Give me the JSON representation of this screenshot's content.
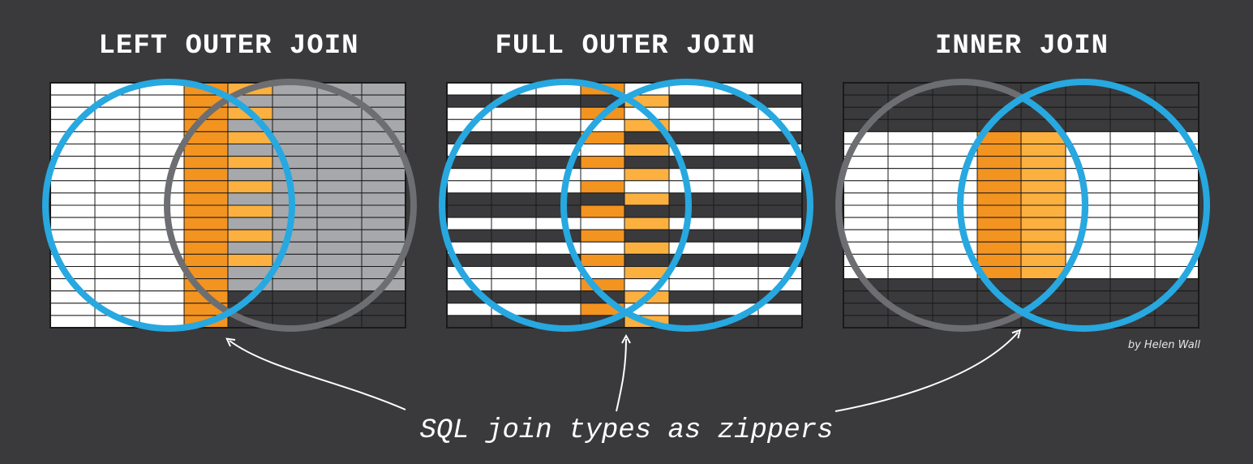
{
  "panels": [
    {
      "title": "LEFT OUTER JOIN",
      "join": "left"
    },
    {
      "title": "FULL OUTER JOIN",
      "join": "full"
    },
    {
      "title": "INNER JOIN",
      "join": "inner"
    }
  ],
  "credit": "by Helen Wall",
  "caption": "SQL join types as zippers",
  "colors": {
    "background": "#3a3a3c",
    "row_white": "#ffffff",
    "row_dark": "#3a3a3c",
    "row_gray": "#a7a8ab",
    "key_orange": "#f39320",
    "key_orange_light": "#fbb040",
    "circle_blue": "#27a8e0",
    "circle_gray": "#6d6e71",
    "grid_line": "#1a1a1a",
    "arrow": "#ffffff"
  }
}
